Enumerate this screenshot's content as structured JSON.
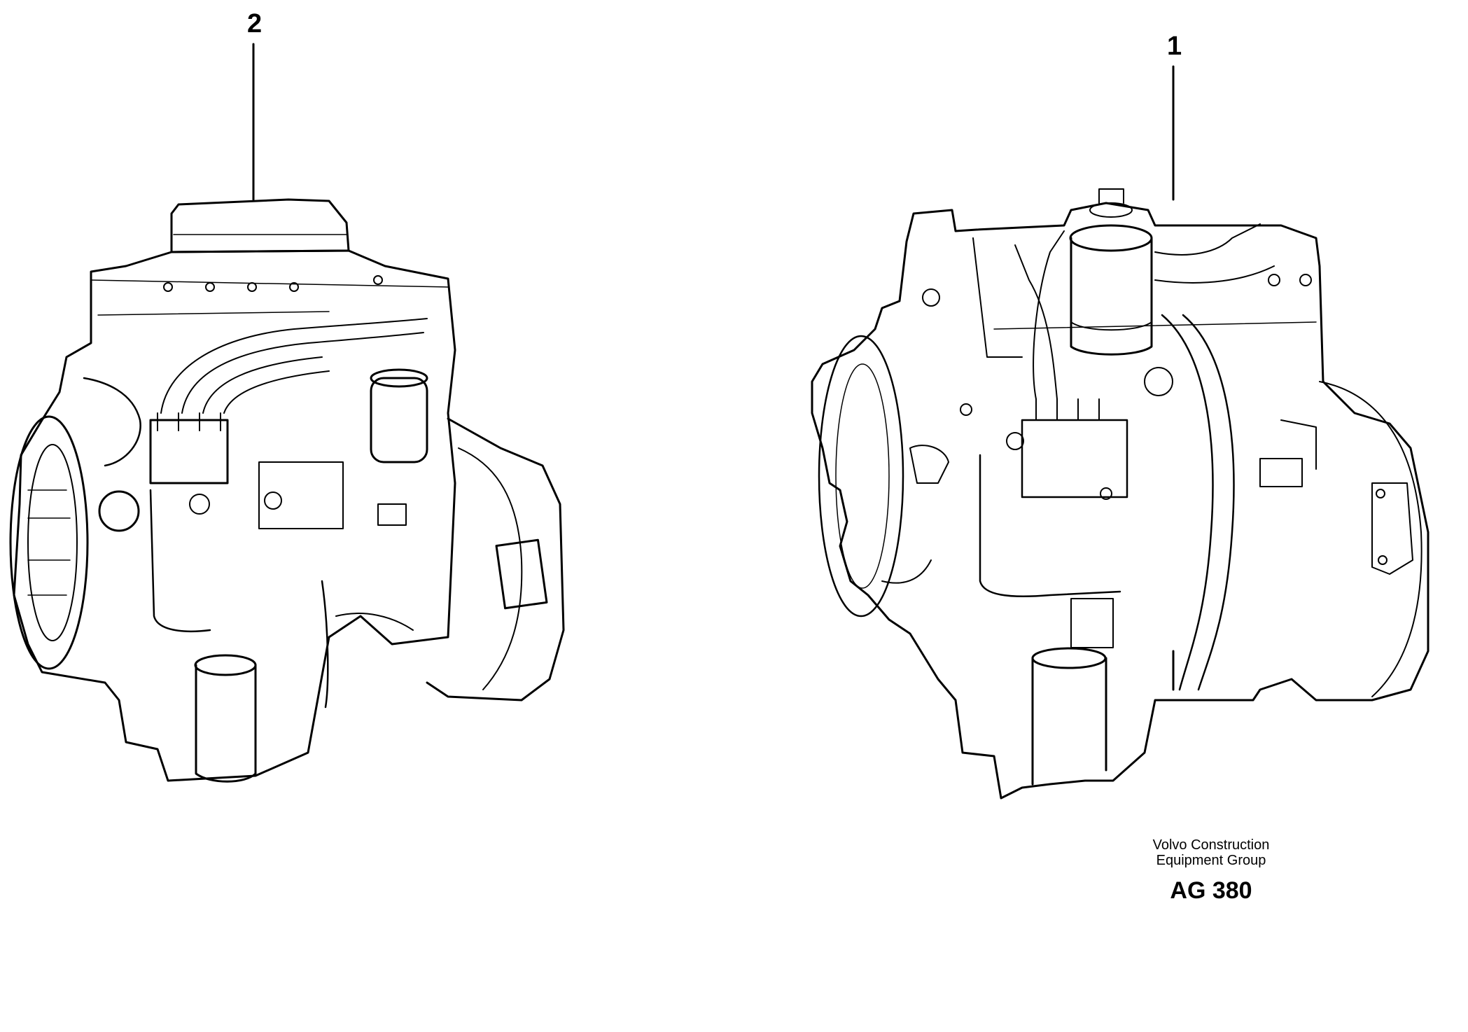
{
  "callouts": [
    {
      "id": "2",
      "label": "2"
    },
    {
      "id": "1",
      "label": "1"
    }
  ],
  "caption": {
    "organization_line1": "Volvo Construction",
    "organization_line2": "Equipment Group",
    "figure_code": "AG 380"
  },
  "colors": {
    "line": "#000000",
    "background": "#ffffff"
  }
}
